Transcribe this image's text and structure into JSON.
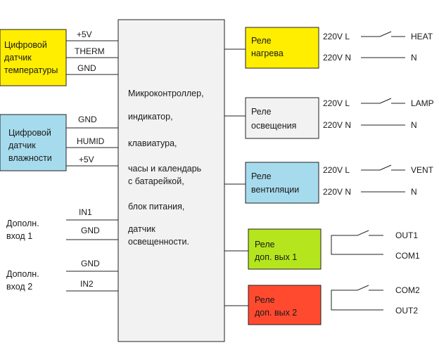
{
  "colors": {
    "yellow": "#ffee00",
    "light_blue": "#a6dbed",
    "light_gray": "#f2f2f2",
    "lime": "#b5e61d",
    "red": "#ff4a2f",
    "central": "#f2f2f2"
  },
  "temp_sensor": {
    "label_lines": [
      "Цифровой",
      "датчик",
      "температуры"
    ],
    "pins": [
      "+5V",
      "THERM",
      "GND"
    ]
  },
  "humid_sensor": {
    "label_lines": [
      "Цифровой",
      "датчик",
      "влажности"
    ],
    "pins": [
      "GND",
      "HUMID",
      "+5V"
    ]
  },
  "input1": {
    "label_lines": [
      "Дополн.",
      "вход 1"
    ],
    "pins": [
      "IN1",
      "GND"
    ]
  },
  "input2": {
    "label_lines": [
      "Дополн.",
      "вход 2"
    ],
    "pins": [
      "GND",
      "IN2"
    ]
  },
  "controller": {
    "lines": [
      "Микроконтроллер,",
      "индикатор,",
      "клавиатура,",
      "часы и календарь",
      "с батарейкой,",
      "блок питания,",
      "датчик",
      "освещенности."
    ]
  },
  "relays": [
    {
      "label_lines": [
        "Реле",
        "нагрева"
      ],
      "line1": "220V  L",
      "line2": "220V  N",
      "out1": "HEAT",
      "out2": "N"
    },
    {
      "label_lines": [
        "Реле",
        "освещения"
      ],
      "line1": "220V  L",
      "line2": "220V  N",
      "out1": "LAMP",
      "out2": "N"
    },
    {
      "label_lines": [
        "Реле",
        "вентиляции"
      ],
      "line1": "220V  L",
      "line2": "220V  N",
      "out1": "VENT",
      "out2": "N"
    },
    {
      "label_lines": [
        "Реле",
        "доп. вых 1"
      ],
      "out1": "OUT1",
      "out2": "COM1"
    },
    {
      "label_lines": [
        "Реле",
        "доп. вых 2"
      ],
      "out1": "COM2",
      "out2": "OUT2"
    }
  ]
}
